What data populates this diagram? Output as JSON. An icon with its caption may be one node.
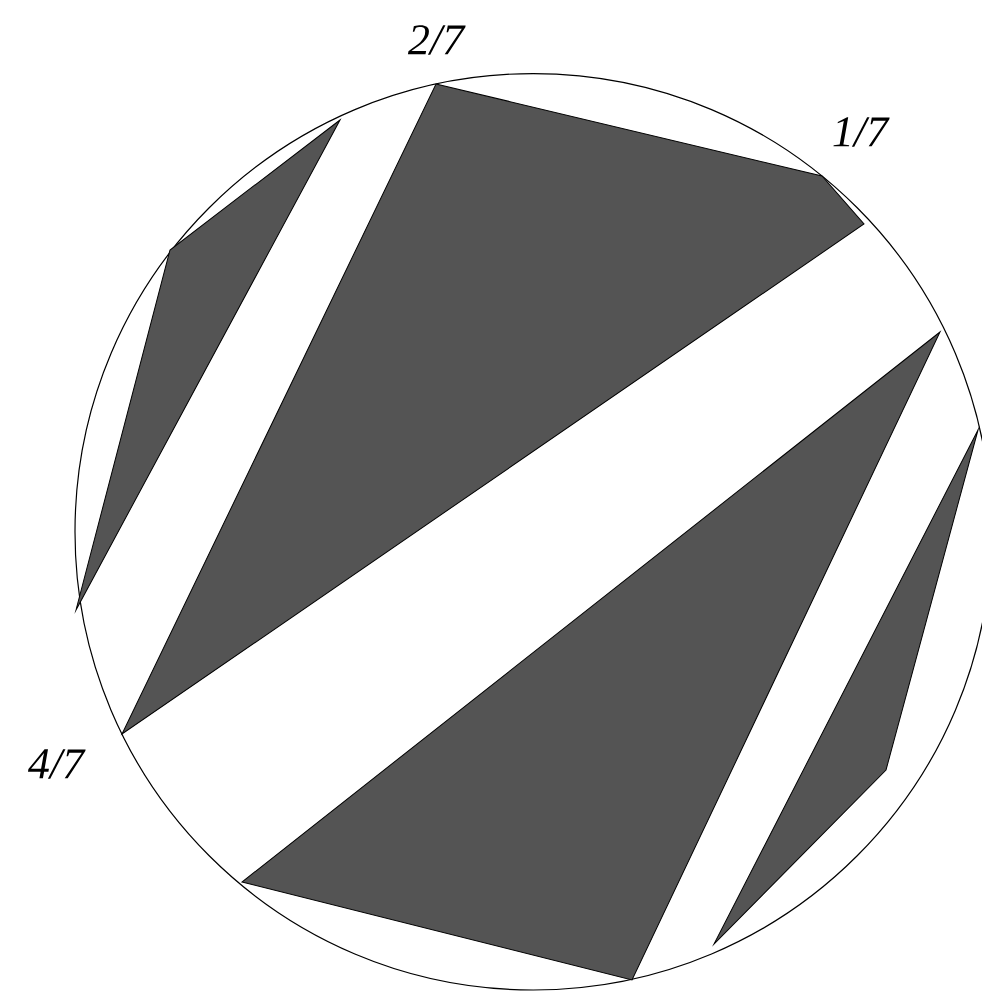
{
  "diagram": {
    "labels": [
      "2/7",
      "1/7",
      "4/7"
    ]
  }
}
